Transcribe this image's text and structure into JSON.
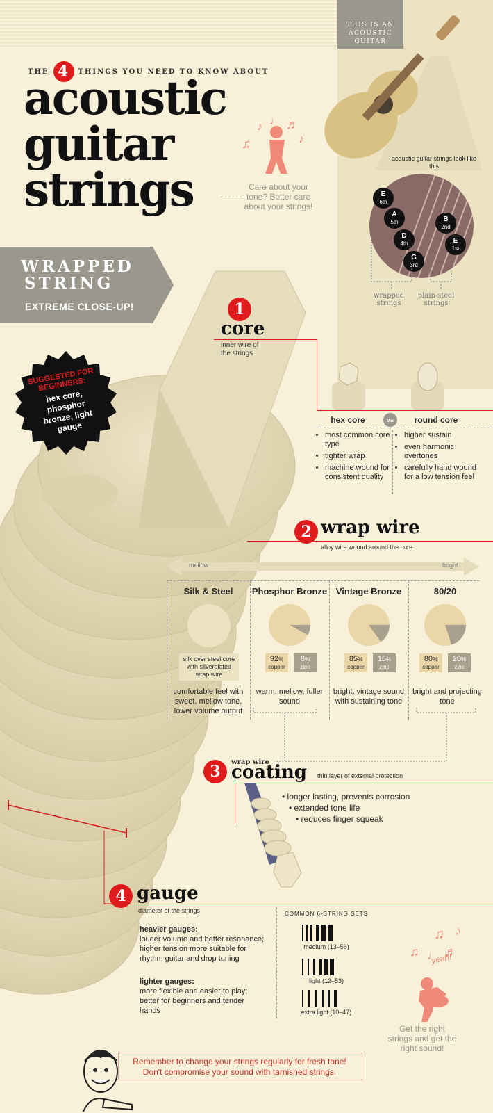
{
  "header": {
    "pre_the": "THE",
    "number": "4",
    "pre_rest": "THINGS YOU NEED TO KNOW ABOUT",
    "title_line1": "acoustic",
    "title_line2": "guitar",
    "title_line3": "strings",
    "care_text": "Care about your tone? Better care about your strings!"
  },
  "guitar_panel": {
    "tag": "THIS IS AN ACOUSTIC GUITAR",
    "caption": "acoustic guitar strings look like this",
    "strings": [
      {
        "note": "E",
        "ord": "6th"
      },
      {
        "note": "A",
        "ord": "5th"
      },
      {
        "note": "D",
        "ord": "4th"
      },
      {
        "note": "G",
        "ord": "3rd"
      },
      {
        "note": "B",
        "ord": "2nd"
      },
      {
        "note": "E",
        "ord": "1st"
      }
    ],
    "label_wrapped": "wrapped strings",
    "label_plain": "plain steel strings"
  },
  "wrapped_banner": {
    "line1": "WRAPPED",
    "line2": "STRING",
    "sub": "EXTREME CLOSE-UP!"
  },
  "badge": {
    "headline": "SUGGESTED FOR BEGINNERS:",
    "body": "hex core, phosphor bronze, light gauge"
  },
  "core": {
    "num": "1",
    "title": "core",
    "sub": "inner wire of the strings",
    "hex_label": "hex core",
    "vs": "vs",
    "round_label": "round core",
    "hex_points": [
      "most common core type",
      "tighter wrap",
      "machine wound for consistent quality"
    ],
    "round_points": [
      "higher sustain",
      "even harmonic overtones",
      "carefully hand wound for a low tension feel"
    ]
  },
  "wrap": {
    "num": "2",
    "title": "wrap wire",
    "sub": "alloy wire wound around the core",
    "scale_left": "mellow",
    "scale_right": "bright",
    "types": [
      {
        "name": "Silk & Steel",
        "note": "silk over steel core with silverplated wrap wire",
        "desc": "comfortable feel with sweet, mellow tone, lower volume output",
        "copper": null,
        "zinc": null
      },
      {
        "name": "Phosphor Bronze",
        "copper": "92",
        "zinc": "8",
        "desc": "warm, mellow, fuller sound"
      },
      {
        "name": "Vintage Bronze",
        "copper": "85",
        "zinc": "15",
        "desc": "bright, vintage sound with sustaining tone"
      },
      {
        "name": "80/20",
        "copper": "80",
        "zinc": "20",
        "desc": "bright and projecting tone"
      }
    ],
    "pct_sign": "%",
    "copper_label": "copper",
    "zinc_label": "zinc"
  },
  "coating": {
    "num": "3",
    "kicker": "wrap wire",
    "title": "coating",
    "sub": "thin layer of external protection",
    "points": [
      "longer lasting, prevents corrosion",
      "extended tone life",
      "reduces finger squeak"
    ]
  },
  "gauge": {
    "num": "4",
    "title": "gauge",
    "sub": "diameter of the strings",
    "heavy_title": "heavier gauges:",
    "heavy_text": "louder volume and better resonance; higher tension more suitable for rhythm guitar and drop tuning",
    "light_title": "lighter gauges:",
    "light_text": "more flexible and easier to play; better for beginners and tender hands",
    "sets_title": "COMMON 6-STRING SETS",
    "sets": [
      "medium (13–56)",
      "light (12–53)",
      "extra light (10–47)"
    ],
    "yeah": "yeah!",
    "right_text": "Get the right strings and get the right sound!"
  },
  "footer": {
    "line1": "Remember to change your strings regularly for fresh tone!",
    "line2": "Don't compromise your sound with tarnished strings."
  },
  "colors": {
    "background": "#f8f0d8",
    "accent_red": "#e01b1b",
    "banner_gray": "#9a978c",
    "string_cream": "#e8dfc0"
  }
}
